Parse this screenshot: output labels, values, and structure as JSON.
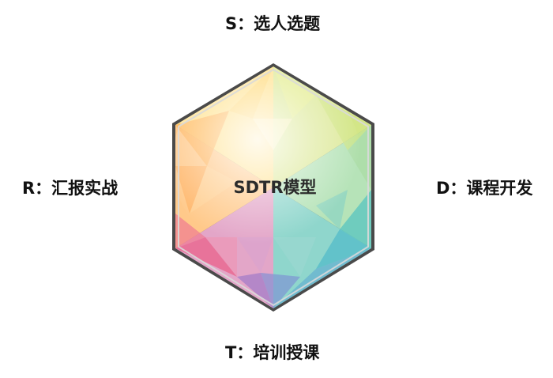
{
  "model": {
    "title": "SDTR模型"
  },
  "stages": {
    "s": "S：选人选题",
    "d": "D：课程开发",
    "t": "T：培训授课",
    "r": "R：汇报实战"
  },
  "colors": {
    "border": "#555555",
    "inner_border": "#bbbbbb",
    "orange": "#ffa64a",
    "yellow": "#ffe07a",
    "lime": "#d4e88c",
    "teal": "#7fd1c4",
    "blue": "#5c8fd6",
    "pink": "#ec6a8a",
    "purple": "#a883c8"
  }
}
